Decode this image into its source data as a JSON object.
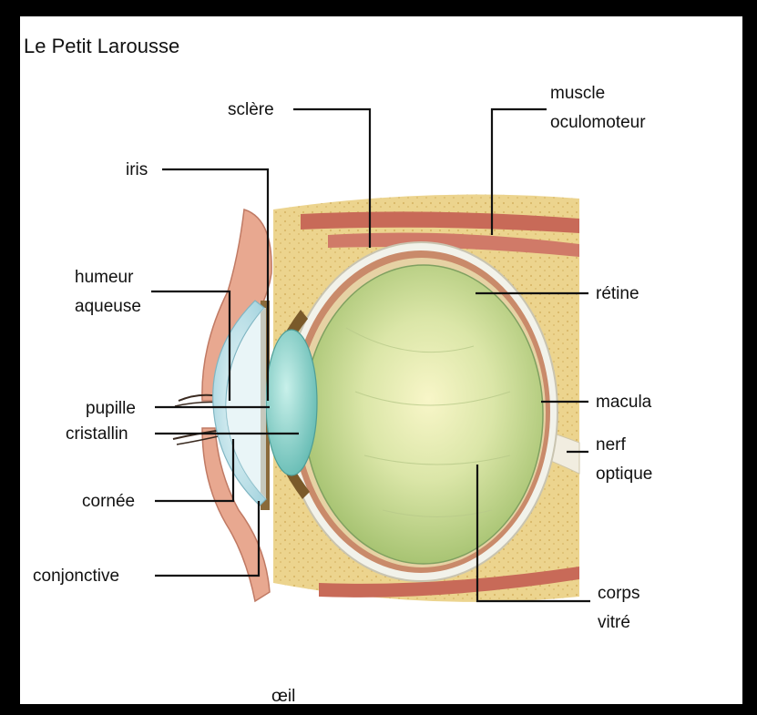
{
  "header": {
    "title": "Le Petit Larousse"
  },
  "caption": "œil",
  "labels": {
    "sclere": "sclère",
    "muscle_line1": "muscle",
    "muscle_line2": "oculomoteur",
    "iris": "iris",
    "humeur_line1": "humeur",
    "humeur_line2": "aqueuse",
    "retine": "rétine",
    "pupille": "pupille",
    "cristallin": "cristallin",
    "macula": "macula",
    "nerf_line1": "nerf",
    "nerf_line2": "optique",
    "cornee": "cornée",
    "conjonctive": "conjonctive",
    "corps_line1": "corps",
    "corps_line2": "vitré"
  },
  "colors": {
    "frame": "#000000",
    "background": "#ffffff",
    "vitreous": "#c9dc96",
    "fat": "#e9d08a",
    "muscle": "#c9695a",
    "lens": "#8fcfc8",
    "skin": "#e6a28c",
    "iris_brown": "#7a5a2a"
  }
}
